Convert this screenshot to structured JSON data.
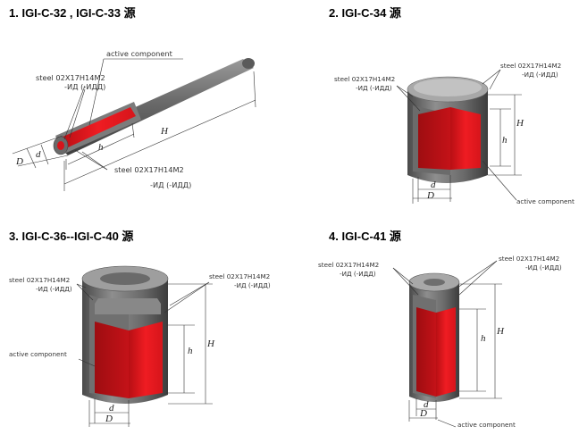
{
  "headings": {
    "h1": "1.  IGI-C-32 ,  IGI-C-33 源",
    "h2": "2.  IGI-C-34 源",
    "h3": "3.  IGI-C-36--IGI-C-40 源",
    "h4": "4.  IGI-C-41 源"
  },
  "fig1": {
    "active": "active component",
    "steel_top1": "steel 02X17H14M2",
    "steel_top2": "-ИД (-ИДД)",
    "steel_bot1": "steel 02X17H14M2",
    "steel_bot2": "-ИД (-ИДД)",
    "D": "D",
    "d": "d",
    "h": "h",
    "H": "H"
  },
  "fig2": {
    "steel_l1": "steel 02X17H14M2",
    "steel_l2": "-ИД (-ИДД)",
    "steel_r1": "steel 02X17H14M2",
    "steel_r2": "-ИД (-ИДД)",
    "active": "active component",
    "h": "h",
    "H": "H",
    "d": "d",
    "D": "D"
  },
  "fig3": {
    "steel_l1": "steel 02X17H14M2",
    "steel_l2": "-ИД (-ИДД)",
    "steel_r1": "steel 02X17H14M2",
    "steel_r2": "-ИД (-ИДД)",
    "active": "active component",
    "h": "h",
    "H": "H",
    "d": "d",
    "D": "D"
  },
  "fig4": {
    "steel_l1": "steel 02X17H14M2",
    "steel_l2": "-ИД (-ИДД)",
    "steel_r1": "steel 02X17H14M2",
    "steel_r2": "-ИД (-ИДД)",
    "active": "active component",
    "h": "h",
    "H": "H",
    "d": "d",
    "D": "D"
  },
  "colors": {
    "active": "#e3161c",
    "steel_dark": "#5a5a5a",
    "steel_mid": "#8a8a8a",
    "steel_light": "#b5b5b5"
  }
}
